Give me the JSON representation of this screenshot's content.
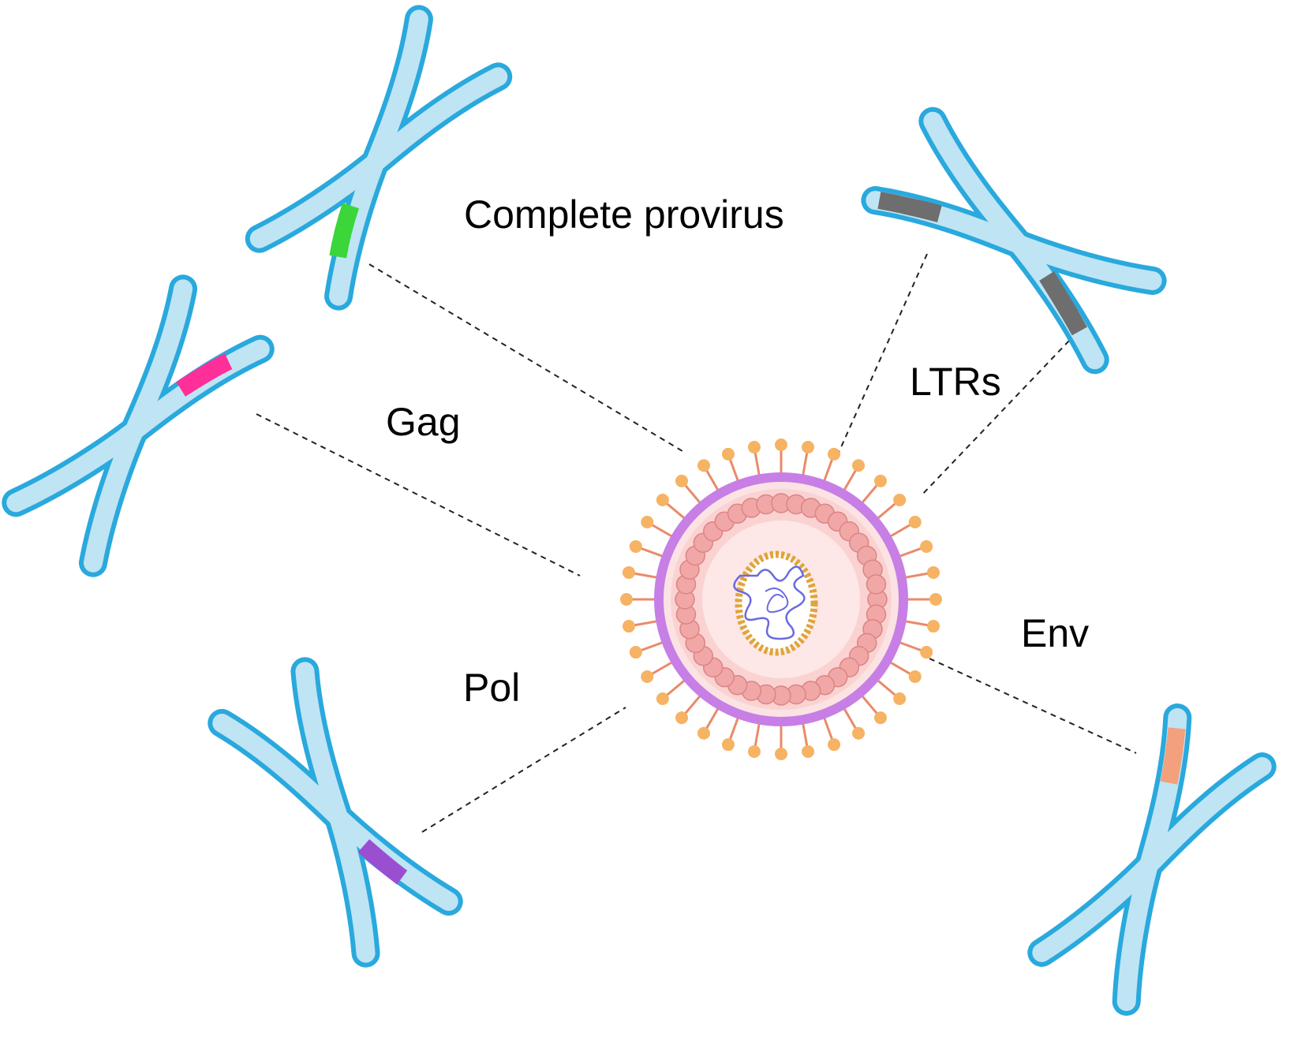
{
  "labels": {
    "complete_provirus": "Complete provirus",
    "gag": "Gag",
    "ltrs": "LTRs",
    "env": "Env",
    "pol": "Pol"
  },
  "colors": {
    "chromosome_fill": "#bfe4f4",
    "chromosome_edge": "#29a9dd",
    "provirus_band": "#3ad63a",
    "gag_band": "#ff2f9a",
    "ltr_band": "#6e6e6e",
    "pol_band": "#9a4fd0",
    "env_band": "#f3a07c",
    "membrane": "#c77fe6",
    "matrix_fill": "#fbd2d2",
    "matrix_bead": "#f2a7a7",
    "spike": "#f5b363",
    "capsid": "#e0a43a",
    "genome": "#6a6ae0"
  }
}
